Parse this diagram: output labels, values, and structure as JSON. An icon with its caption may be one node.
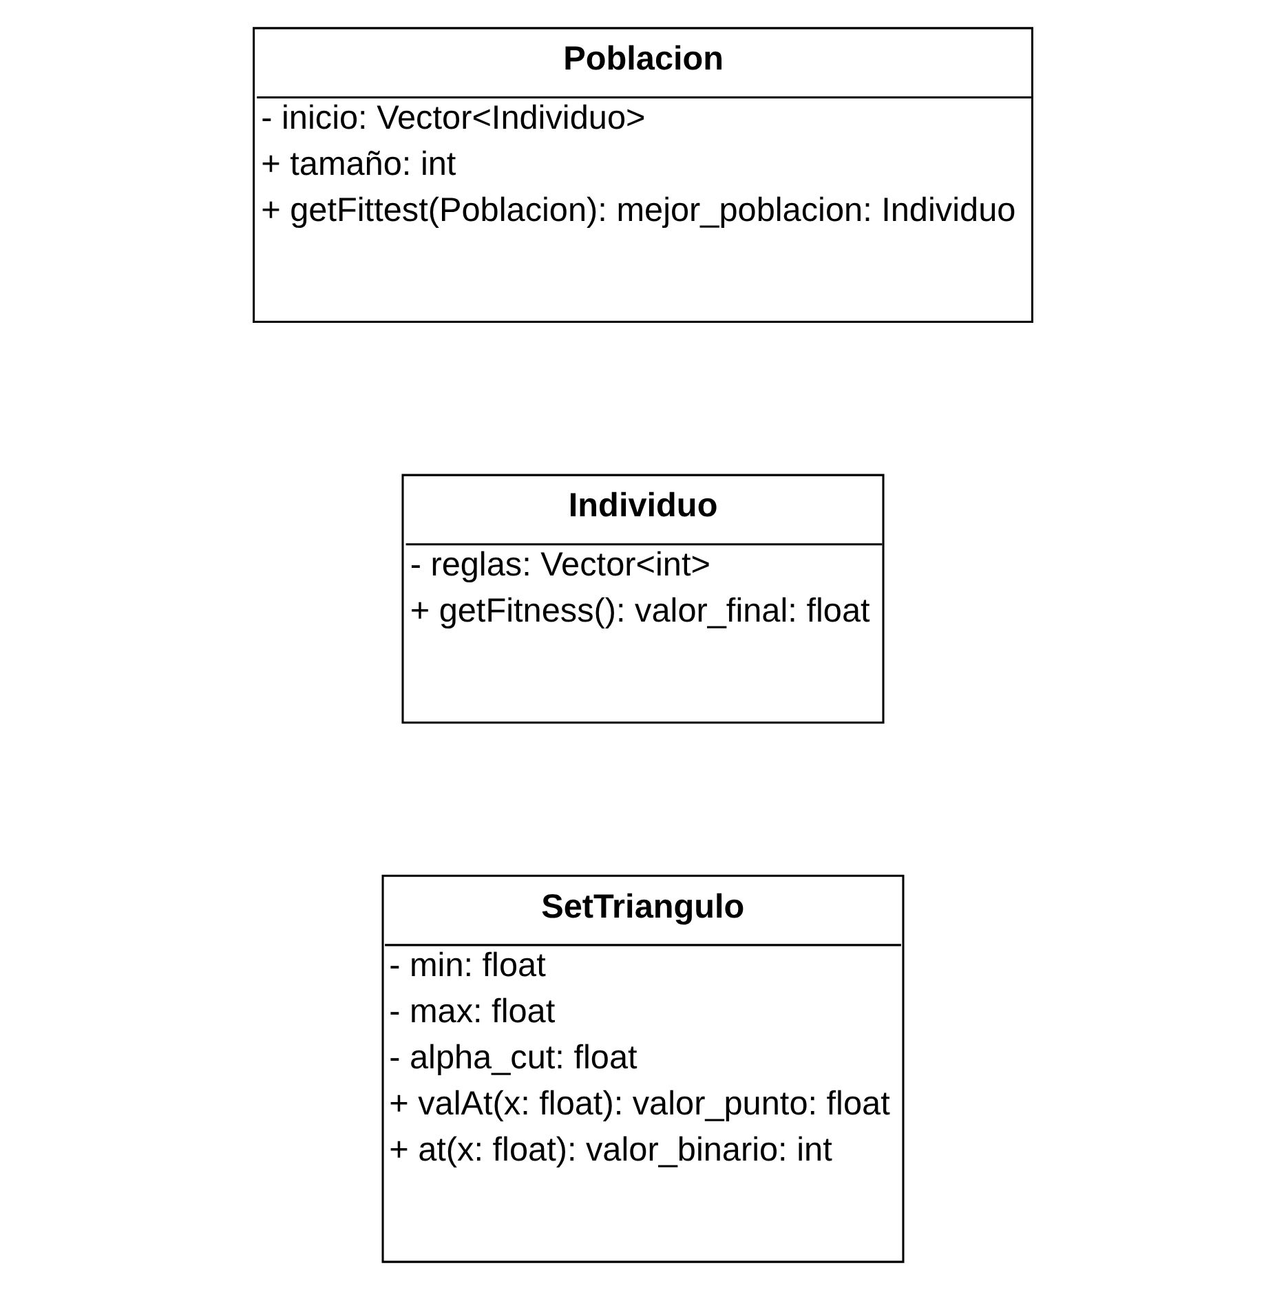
{
  "diagram": {
    "nodes": [
      {
        "text": [
          "SetTriangulo",
          "- min: float",
          "- max: float",
          "- alpha_cut: float",
          "+ valAt(x: float): valor_punto: float",
          "+ at(x: float): valor_binario: int"
        ]
      },
      {
        "text": [
          "Individuo",
          "- reglas: Vector<int>",
          "+ getFitness(): valor_final: float"
        ]
      },
      {
        "text": [
          "Poblacion",
          "- inicio: Vector<Individuo>",
          "+ tamaño: int",
          "+ getFittest(Poblacion): mejor_poblacion: Individuo"
        ]
      }
    ],
    "edges": []
  }
}
